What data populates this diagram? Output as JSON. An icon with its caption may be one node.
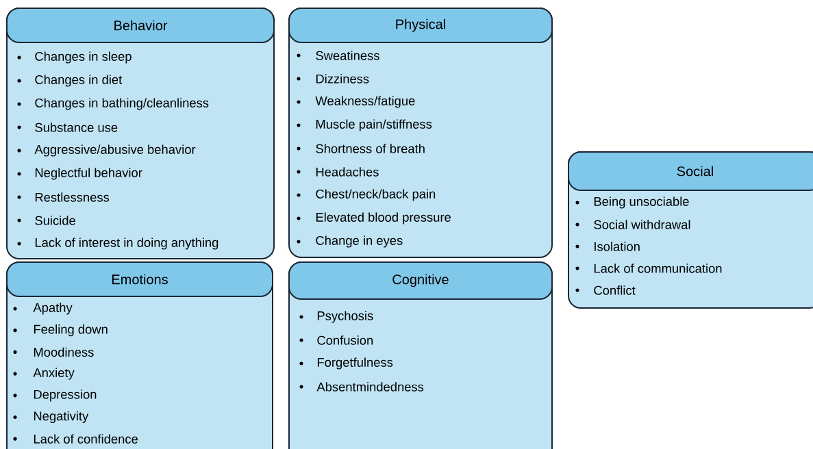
{
  "diagram": {
    "nodes": [
      {
        "text": [
          "Behavior",
          "Changes in sleep",
          "Changes in diet",
          "Changes in bathing/cleanliness",
          "Substance use",
          "Aggressive/abusive behavior",
          "Neglectful behavior",
          "Restlessness",
          "Suicide",
          "Lack of interest in doing anything"
        ]
      },
      {
        "text": [
          "Physical",
          "Sweatiness",
          "Dizziness",
          "Weakness/fatigue",
          "Muscle pain/stiffness",
          "Shortness of breath",
          "Headaches",
          "Chest/neck/back pain",
          "Elevated blood pressure",
          "Change in eyes"
        ]
      },
      {
        "text": [
          "Social",
          "Being unsociable",
          "Social withdrawal",
          "Isolation",
          "Lack of communication",
          "Conflict"
        ]
      },
      {
        "text": [
          "Emotions",
          "Apathy",
          "Feeling down",
          "Moodiness",
          "Anxiety",
          "Depression",
          "Negativity",
          "Lack of confidence"
        ]
      },
      {
        "text": [
          "Cognitive",
          "Psychosis",
          "Confusion",
          "Forgetfulness",
          "Absentmindedness"
        ]
      }
    ]
  }
}
